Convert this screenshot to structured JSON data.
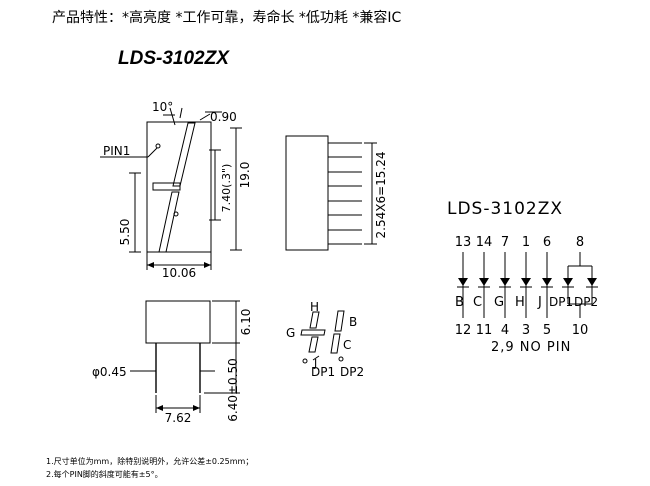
{
  "header": {
    "features": "产品特性：*高亮度 *工作可靠，寿命长 *低功耗 *兼容IC",
    "model": "LDS-3102ZX"
  },
  "front_view": {
    "angle": "10°",
    "lead_dia": "0.90",
    "pin1": "PIN1",
    "height": "19.0",
    "digit_height": "7.40(.3\")",
    "offset": "5.50",
    "width": "10.06"
  },
  "side_view": {
    "pitch": "2.54X6=15.24"
  },
  "bottom_view": {
    "height": "6.10",
    "pin_dia": "φ0.45",
    "row_spacing": "7.62",
    "lead_length": "6.40±0.50"
  },
  "segment_diagram": {
    "labels": [
      "H",
      "G",
      "B",
      "C",
      "J",
      "DP1",
      "DP2"
    ]
  },
  "schematic": {
    "title": "LDS-3102ZX",
    "top_pins": [
      "13",
      "14",
      "7",
      "1",
      "6",
      "8"
    ],
    "segments": [
      "B",
      "C",
      "G",
      "H",
      "J",
      "DP1",
      "DP2"
    ],
    "bottom_pins": [
      "12",
      "11",
      "4",
      "3",
      "5",
      "10"
    ],
    "no_pin": "2,9 NO PIN"
  },
  "notes": {
    "line1": "1.尺寸单位为mm，除特别说明外，允许公差±0.25mm；",
    "line2": "2.每个PIN脚的斜度可能有±5°。"
  }
}
